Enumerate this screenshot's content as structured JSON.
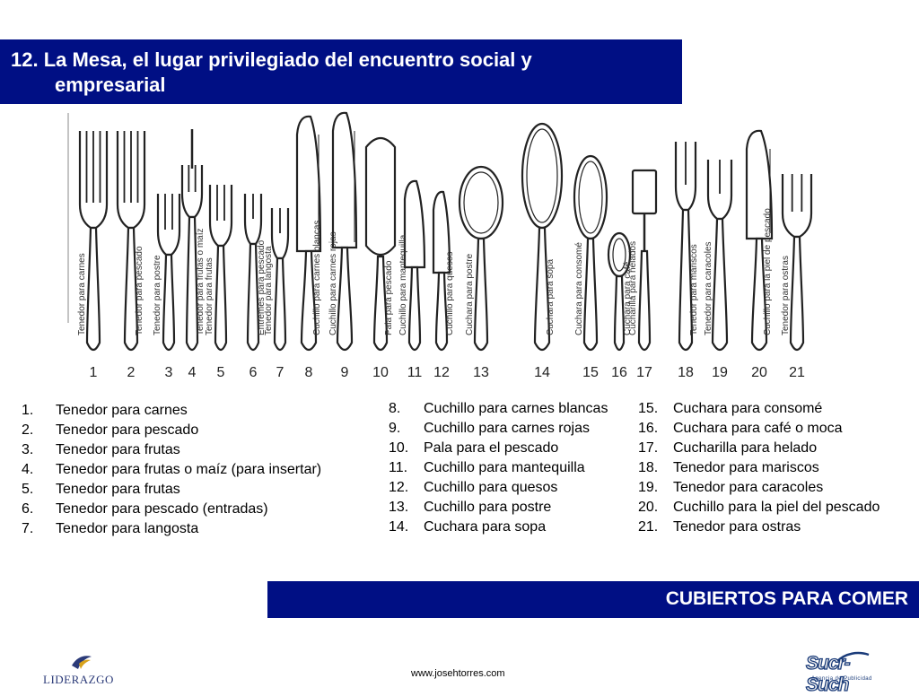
{
  "title": {
    "line1": "12. La Mesa, el lugar privilegiado del encuentro social y",
    "line2": "empresarial"
  },
  "cutlery": {
    "labels": [
      "Tenedor para carnes",
      "Tenedor para pescado",
      "Tenedor para postre",
      "Tenedor para frutas o maíz",
      "Tenedor para frutas",
      "Entremés para pescado",
      "Tenedor para langosta",
      "Cuchillo para carnes blancas",
      "Cuchillo para carnes rojas",
      "Pala para pescado",
      "Cuchillo para mantequilla",
      "Cuchillo para quesos",
      "Cuchara para postre",
      "Cuchara para sopa",
      "Cuchara para consomé",
      "Cuchara para café",
      "Cucharilla para helados",
      "Tenedor para mariscos",
      "Tenedor para caracoles",
      "Cuchillo para la piel de pescado",
      "Tenedor para ostras"
    ],
    "numbers": [
      "1",
      "2",
      "3",
      "4",
      "5",
      "6",
      "7",
      "8",
      "9",
      "10",
      "11",
      "12",
      "13",
      "14",
      "15",
      "16",
      "17",
      "18",
      "19",
      "20",
      "21"
    ]
  },
  "list1": [
    {
      "num": "1.",
      "text": "Tenedor para carnes"
    },
    {
      "num": "2.",
      "text": "Tenedor para pescado"
    },
    {
      "num": "3.",
      "text": "Tenedor para frutas"
    },
    {
      "num": "4.",
      "text": "Tenedor para frutas o maíz (para insertar)"
    },
    {
      "num": "5.",
      "text": "Tenedor para frutas"
    },
    {
      "num": "6.",
      "text": "Tenedor para pescado (entradas)"
    },
    {
      "num": "7.",
      "text": "Tenedor para langosta"
    }
  ],
  "list2": [
    {
      "num": "8.",
      "text": "Cuchillo para carnes blancas"
    },
    {
      "num": "9.",
      "text": "Cuchillo para carnes rojas"
    },
    {
      "num": "10.",
      "text": "Pala para el pescado"
    },
    {
      "num": "11.",
      "text": "Cuchillo para mantequilla"
    },
    {
      "num": "12.",
      "text": "Cuchillo para quesos"
    },
    {
      "num": "13.",
      "text": "Cuchillo para postre"
    },
    {
      "num": "14.",
      "text": "Cuchara para sopa"
    }
  ],
  "list3": [
    {
      "num": "15.",
      "text": "Cuchara para consomé"
    },
    {
      "num": "16.",
      "text": "Cuchara para café o moca"
    },
    {
      "num": "17.",
      "text": "Cucharilla para helado"
    },
    {
      "num": "18.",
      "text": "Tenedor para mariscos"
    },
    {
      "num": "19.",
      "text": "Tenedor para caracoles"
    },
    {
      "num": "20.",
      "text": "Cuchillo para la piel del pescado"
    },
    {
      "num": "21.",
      "text": "Tenedor para ostras"
    }
  ],
  "footer": {
    "banner": "CUBIERTOS PARA COMER",
    "url": "www.josehtorres.com",
    "logo_left": "LIDERAZGO",
    "logo_right": "Sucr-Such",
    "logo_right_tag": "Agencia de Publicidad"
  }
}
